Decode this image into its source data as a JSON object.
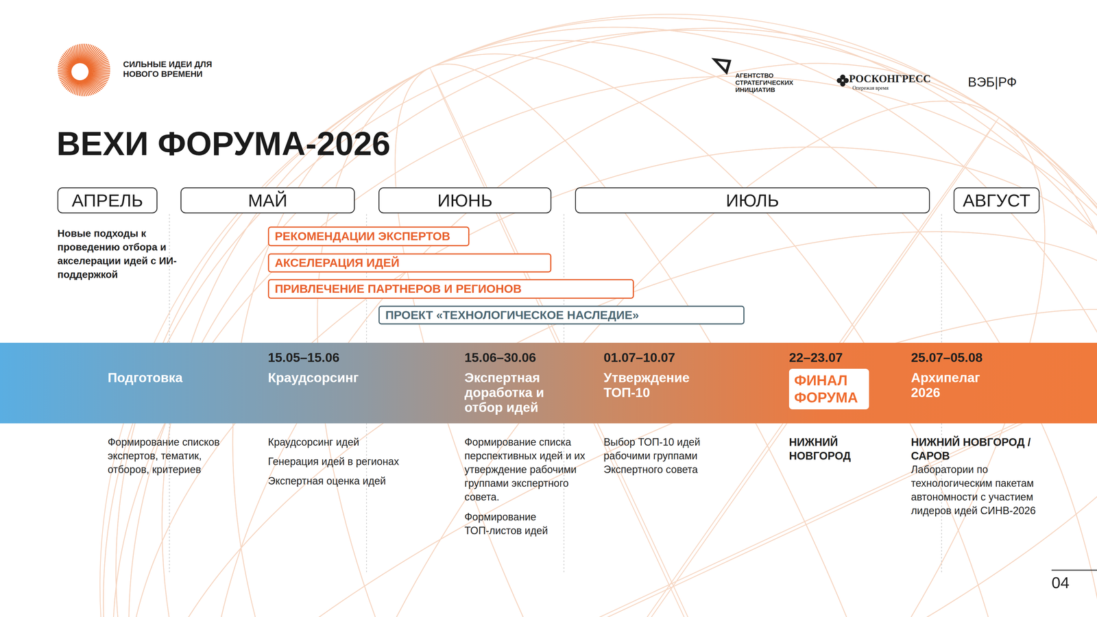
{
  "diagram": {
    "title": "ВЕХИ ФОРУМА-2026",
    "nodes": [
      {
        "text": [
          "АПРЕЛЬ"
        ]
      },
      {
        "text": [
          "МАЙ"
        ]
      },
      {
        "text": [
          "ИЮНЬ"
        ]
      },
      {
        "text": [
          "ИЮЛЬ"
        ]
      },
      {
        "text": [
          "АВГУСТ"
        ]
      },
      {
        "text": [
          "РЕКОМЕНДАЦИИ ЭКСПЕРТОВ"
        ]
      },
      {
        "text": [
          "АКСЕЛЕРАЦИЯ ИДЕЙ"
        ]
      },
      {
        "text": [
          "ПРИВЛЕЧЕНИЕ ПАРТНЕРОВ И РЕГИОНОВ"
        ]
      },
      {
        "text": [
          "ПРОЕКТ «ТЕХНОЛОГИЧЕСКОЕ НАСЛЕДИЕ»"
        ]
      },
      {
        "text": [
          "ФИНАЛ ФОРУМА"
        ]
      }
    ],
    "labels": [
      "СИЛЬНЫЕ ИДЕИ ДЛЯ НОВОГО ВРЕМЕНИ",
      "АГЕНТСТВО СТРАТЕГИЧЕСКИХ ИНИЦИАТИВ",
      "РОСКОНГРЕСС",
      "Опережая время",
      "ВЭБ|РФ",
      "Новые подходы к проведению отбора и акселерации идей с ИИ-поддержкой",
      "Подготовка",
      "15.05–15.06",
      "Краудсорсинг",
      "15.06–30.06",
      "Экспертная доработка и отбор идей",
      "01.07–10.07",
      "Утверждение ТОП-10",
      "22–23.07",
      "25.07–05.08",
      "Архипелаг 2026",
      "Формирование списков экспертов, тематик, отборов, критериев",
      "Краудсорсинг идей",
      "Генерация идей в регионах",
      "Экспертная оценка идей",
      "Формирование списка перспективных идей и их утверждение рабочими группами экспертного совета.",
      "Формирование ТОП-листов идей",
      "Выбор ТОП-10 идей рабочими группами Экспертного совета",
      "НИЖНИЙ НОВГОРОД",
      "НИЖНИЙ НОВГОРОД / САРОВ",
      "Лаборатории по технологическим пакетам автономности с участием лидеров идей СИНВ-2026",
      "04"
    ]
  }
}
